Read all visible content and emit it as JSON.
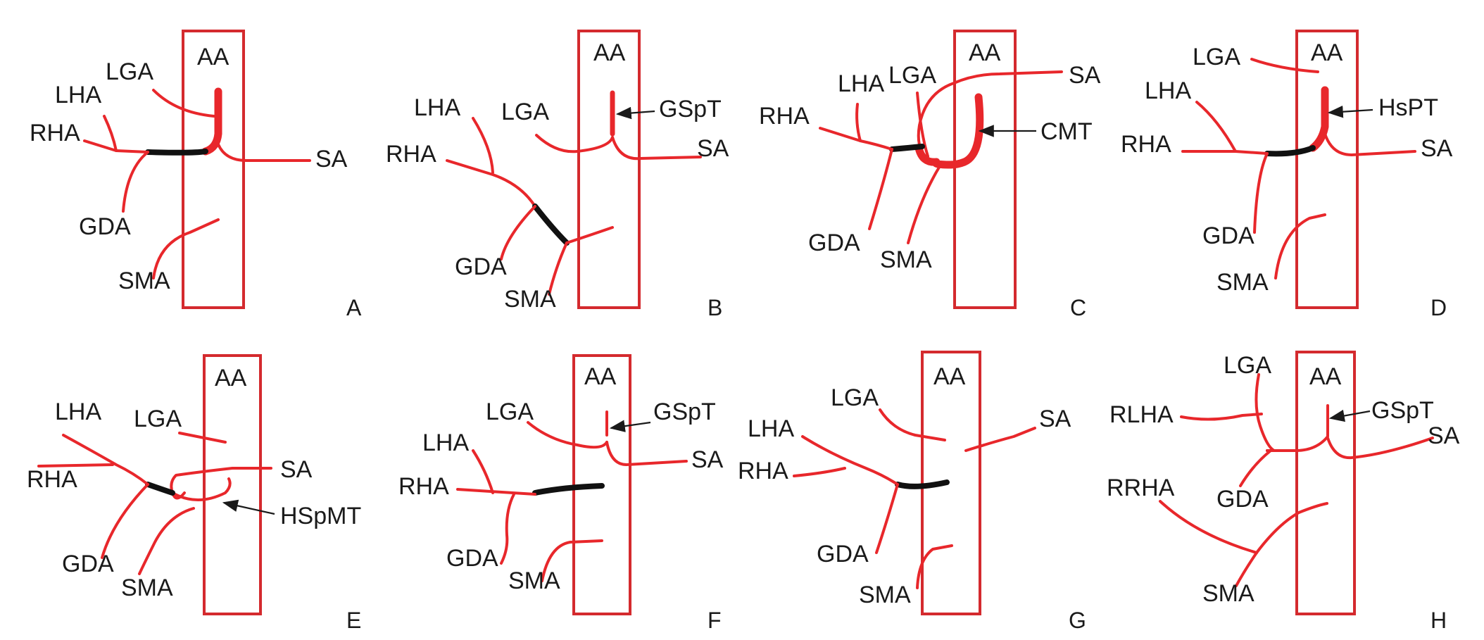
{
  "colors": {
    "artery": "#e8272b",
    "aa_box": "#d42a2e",
    "hepatic_segment": "#111111",
    "text": "#1a1a1a"
  },
  "panels": [
    {
      "letter": "A",
      "aa": "AA",
      "labels": [
        "LGA",
        "LHA",
        "RHA",
        "SA",
        "GDA",
        "SMA"
      ]
    },
    {
      "letter": "B",
      "aa": "AA",
      "labels": [
        "LHA",
        "LGA",
        "GSpT",
        "RHA",
        "SA",
        "GDA",
        "SMA"
      ]
    },
    {
      "letter": "C",
      "aa": "AA",
      "labels": [
        "LHA",
        "LGA",
        "SA",
        "RHA",
        "CMT",
        "GDA",
        "SMA"
      ]
    },
    {
      "letter": "D",
      "aa": "AA",
      "labels": [
        "LGA",
        "LHA",
        "HsPT",
        "RHA",
        "SA",
        "GDA",
        "SMA"
      ]
    },
    {
      "letter": "E",
      "aa": "AA",
      "labels": [
        "LHA",
        "LGA",
        "RHA",
        "SA",
        "HSpMT",
        "GDA",
        "SMA"
      ]
    },
    {
      "letter": "F",
      "aa": "AA",
      "labels": [
        "LGA",
        "GSpT",
        "LHA",
        "SA",
        "RHA",
        "GDA",
        "SMA"
      ]
    },
    {
      "letter": "G",
      "aa": "AA",
      "labels": [
        "LGA",
        "SA",
        "LHA",
        "RHA",
        "GDA",
        "SMA"
      ]
    },
    {
      "letter": "H",
      "aa": "AA",
      "labels": [
        "LGA",
        "RLHA",
        "GSpT",
        "SA",
        "RRHA",
        "GDA",
        "SMA"
      ]
    }
  ]
}
